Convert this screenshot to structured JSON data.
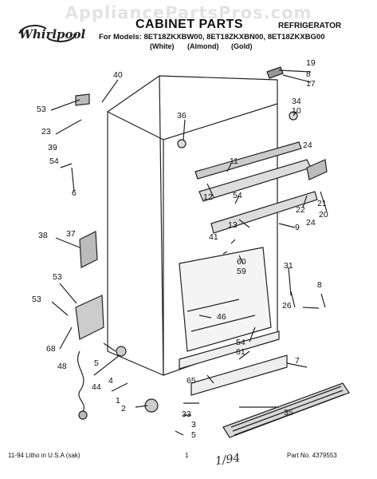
{
  "watermark": "AppliancePartsPros.com",
  "header": {
    "brand": "Whirlpool",
    "title": "CABINET PARTS",
    "category": "REFRIGERATOR",
    "models_line": "For Models: 8ET18ZKXBW00, 8ET18ZKXBN00, 8ET18ZKXBG00",
    "colors": [
      "(White)",
      "(Almond)",
      "(Gold)"
    ]
  },
  "callouts": [
    "40",
    "53",
    "23",
    "39",
    "54",
    "6",
    "36",
    "19",
    "8",
    "17",
    "34",
    "10",
    "11",
    "12",
    "54",
    "13",
    "41",
    "24",
    "21",
    "22",
    "20",
    "24",
    "9",
    "38",
    "37",
    "60",
    "59",
    "31",
    "53",
    "8",
    "26",
    "53",
    "46",
    "48",
    "68",
    "5",
    "4",
    "44",
    "1",
    "54",
    "61",
    "7",
    "65",
    "2",
    "33",
    "3",
    "5",
    "35"
  ],
  "footer": {
    "print_info": "11-94 Litho in U.S.A (sak)",
    "page_number": "1",
    "handwritten": "1/94",
    "part_number": "Part No. 4379553"
  }
}
